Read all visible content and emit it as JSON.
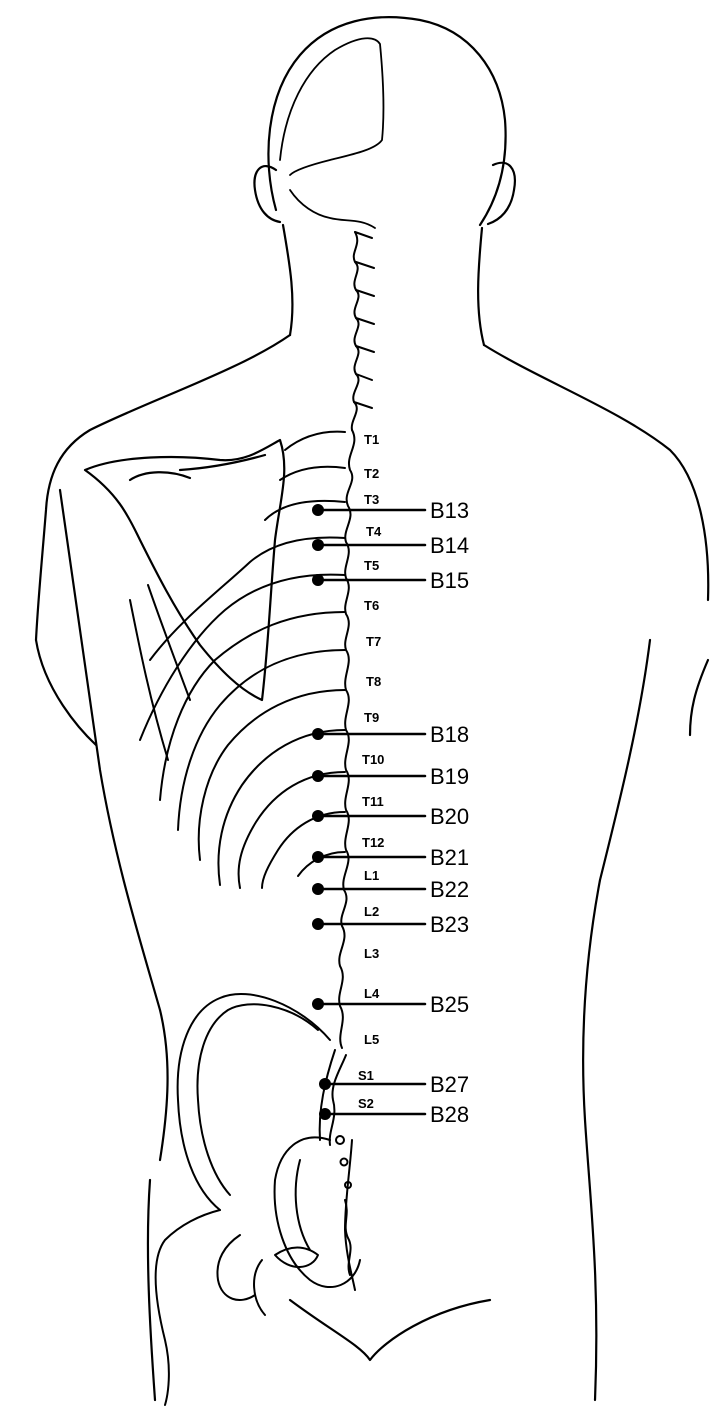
{
  "vertebrae": [
    {
      "label": "T1"
    },
    {
      "label": "T2"
    },
    {
      "label": "T3"
    },
    {
      "label": "T4"
    },
    {
      "label": "T5"
    },
    {
      "label": "T6"
    },
    {
      "label": "T7"
    },
    {
      "label": "T8"
    },
    {
      "label": "T9"
    },
    {
      "label": "T10"
    },
    {
      "label": "T11"
    },
    {
      "label": "T12"
    },
    {
      "label": "L1"
    },
    {
      "label": "L2"
    },
    {
      "label": "L3"
    },
    {
      "label": "L4"
    },
    {
      "label": "L5"
    },
    {
      "label": "S1"
    },
    {
      "label": "S2"
    }
  ],
  "points": [
    {
      "label": "B13"
    },
    {
      "label": "B14"
    },
    {
      "label": "B15"
    },
    {
      "label": "B18"
    },
    {
      "label": "B19"
    },
    {
      "label": "B20"
    },
    {
      "label": "B21"
    },
    {
      "label": "B22"
    },
    {
      "label": "B23"
    },
    {
      "label": "B25"
    },
    {
      "label": "B27"
    },
    {
      "label": "B28"
    }
  ],
  "colors": {
    "line": "#000000",
    "background": "#ffffff"
  }
}
